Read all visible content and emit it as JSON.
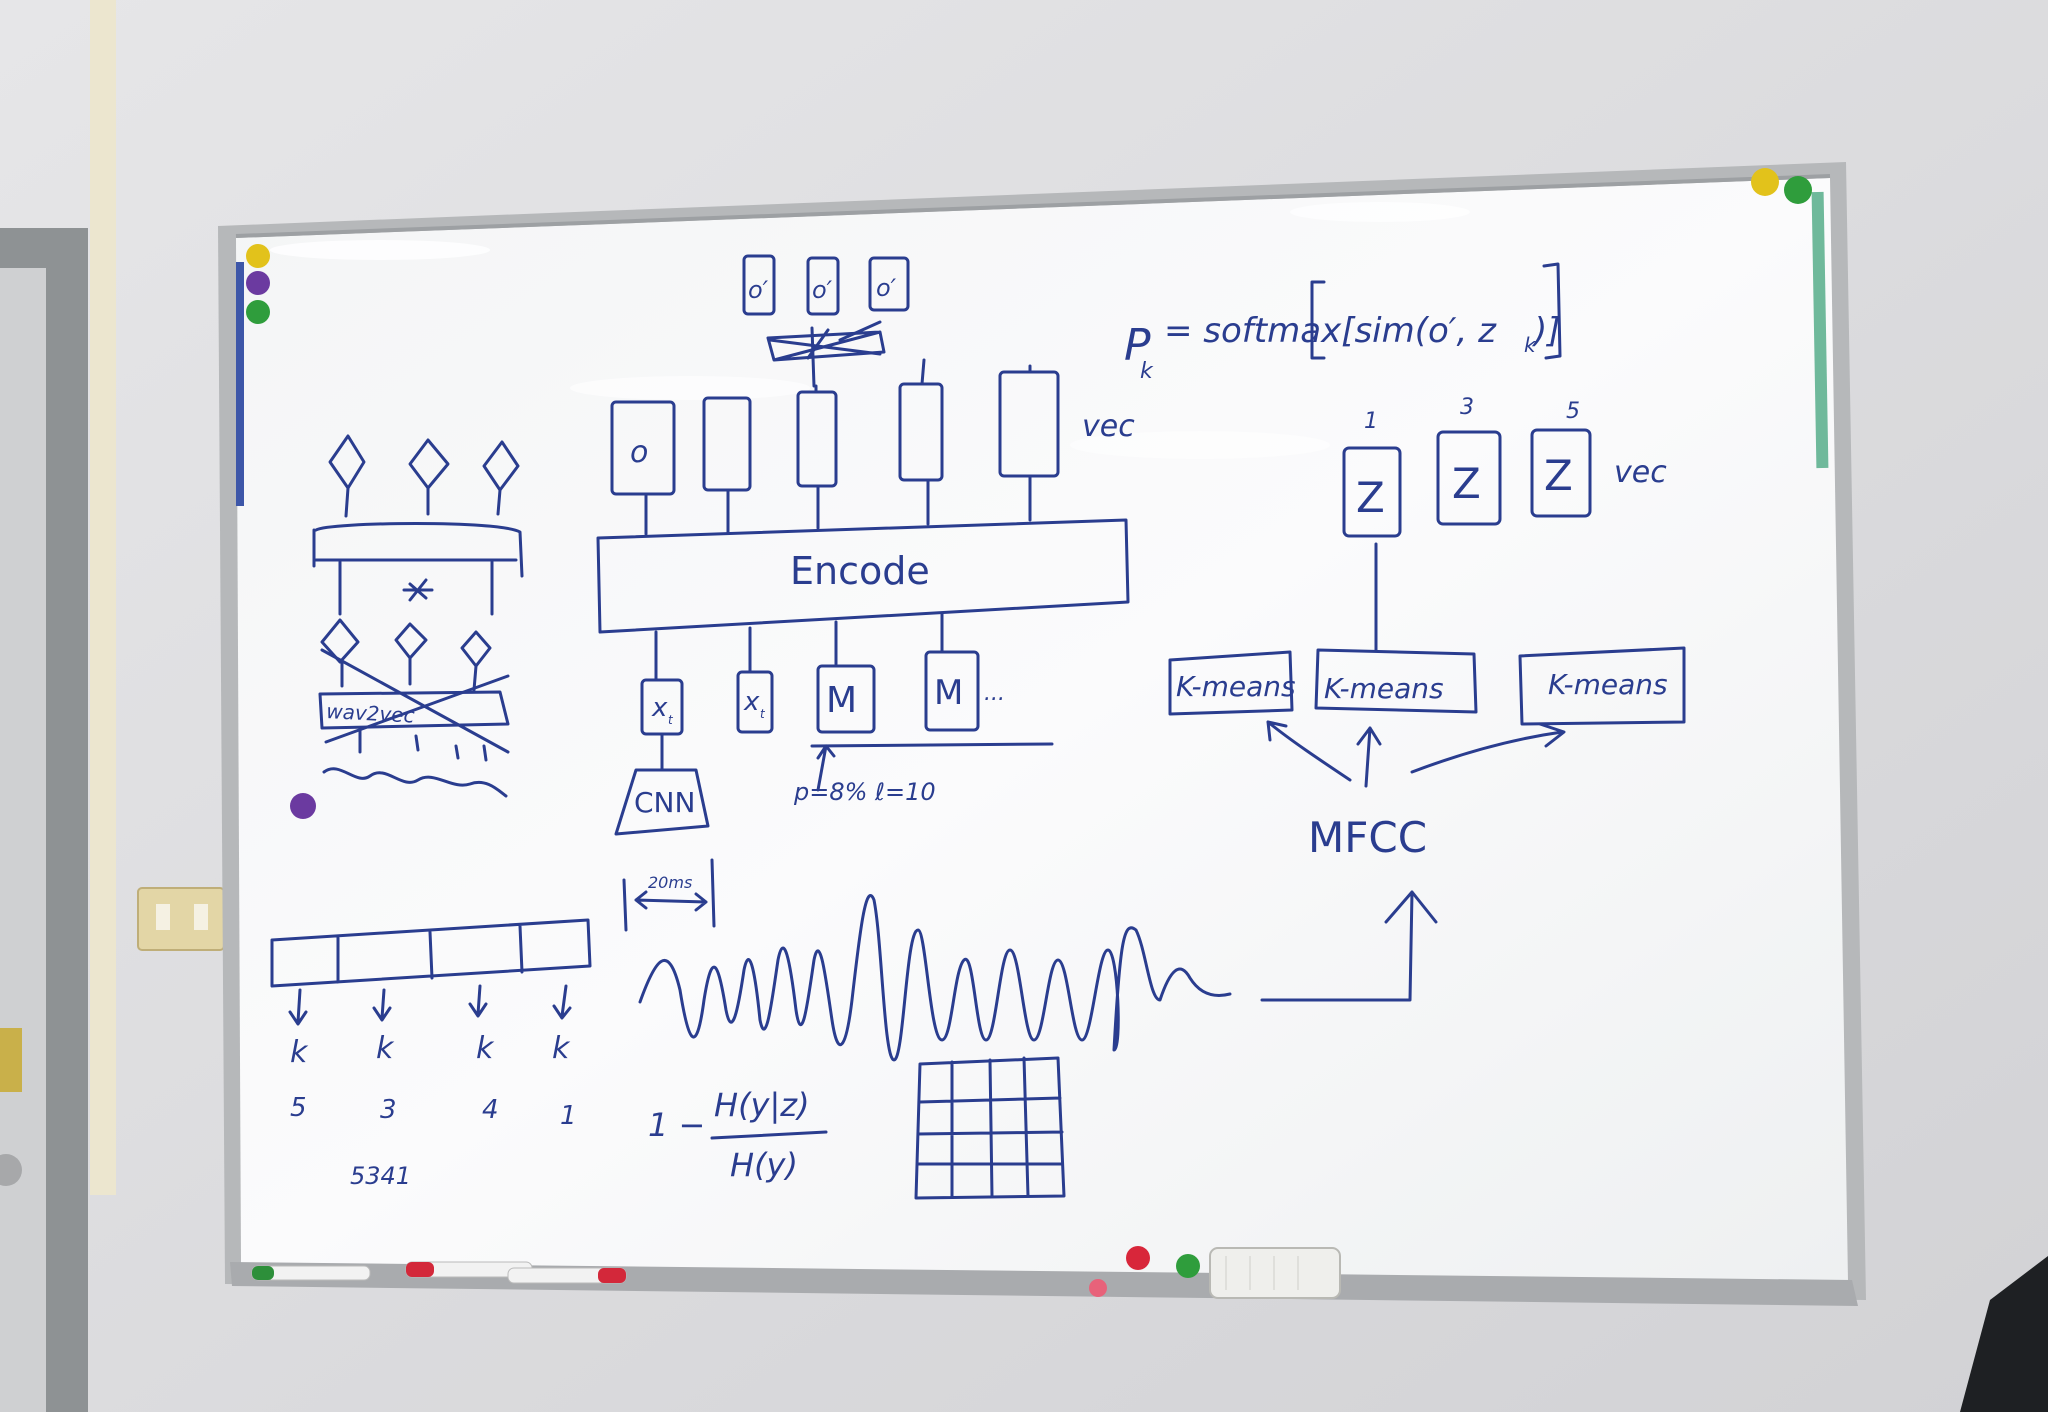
{
  "board": {
    "formula": {
      "lhs": "P",
      "lhs_sub": "k",
      "rhs": "= softmax[sim(o′, z",
      "rhs_sub": "k",
      "rhs_end": ")]"
    },
    "output_labels": [
      "o′",
      "o′",
      "o′"
    ],
    "encoder_box_label": "Encode",
    "encoder_out_first": "o",
    "vec_label_left": "vec",
    "inputs": [
      "x",
      "x",
      "M",
      "M"
    ],
    "inputs_sub": [
      "t",
      "t",
      "",
      ""
    ],
    "ellipsis": "...",
    "cnn_label": "CNN",
    "mask_params": "p=8%   ℓ=10",
    "window_label": "20ms",
    "codebook_numbers": [
      "1",
      "3",
      "5"
    ],
    "codebook_letters": [
      "Z",
      "Z",
      "Z"
    ],
    "vec_label_right": "vec",
    "kmeans_labels": [
      "K-means",
      "K-means",
      "K-means"
    ],
    "mfcc_label": "MFCC",
    "w2v_label": "wav2vec",
    "quant_letters": [
      "k",
      "k",
      "k",
      "k"
    ],
    "quant_numbers": [
      "5",
      "3",
      "4",
      "1"
    ],
    "quant_code": "5341",
    "mi_formula": {
      "prefix": "1 −",
      "numerator": "H(y|z)",
      "denominator": "H(y)"
    }
  },
  "colors": {
    "ink": "#2a3d8f",
    "board": "#f7f8f8",
    "frame": "#b8b9bb",
    "wall": "#dcdcde"
  },
  "icons": [
    "magnet-yellow",
    "magnet-purple",
    "magnet-green",
    "magnet-red",
    "marker-green",
    "marker-red",
    "eraser",
    "light-switch"
  ]
}
